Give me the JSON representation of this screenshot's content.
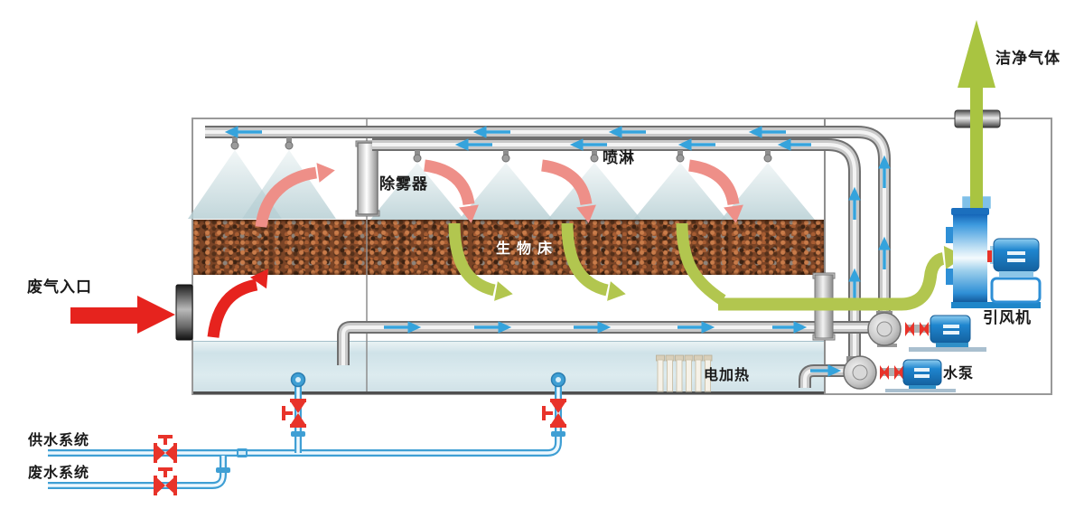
{
  "diagram_title": "",
  "labels": {
    "clean_gas": "洁净气体",
    "spray": "喷淋",
    "demister": "除雾器",
    "bio_bed": "生物床",
    "waste_gas_inlet": "废气入口",
    "induced_draft_fan": "引风机",
    "electric_heater": "电加热",
    "water_pump": "水泵",
    "water_supply_system": "供水系统",
    "waste_water_system": "废水系统"
  },
  "colors": {
    "inlet_red": "#e6231e",
    "flow_salmon": "#ee8f88",
    "gas_green": "#b2c64f",
    "clean_gas_green": "#a9c441",
    "water_flow_arrow_blue": "#35a3dc",
    "utility_pipe_blue": "#3f9fd4",
    "equipment_blue": "#1f86cf",
    "valve_red": "#e8332a",
    "process_pipe_gray": "#a9a9a9",
    "bio_bed_brown": "#7a4426"
  }
}
